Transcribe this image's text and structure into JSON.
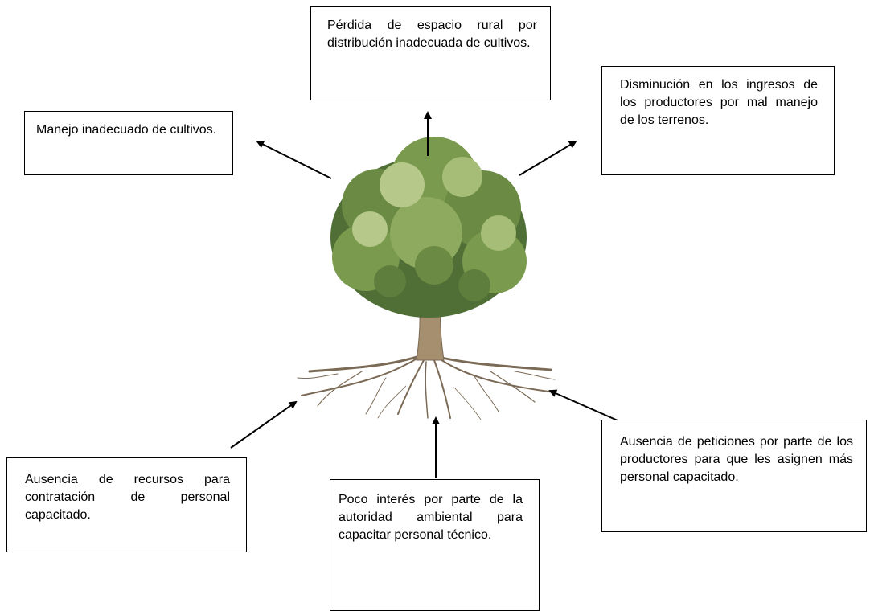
{
  "effects": {
    "top_center": "Pérdida de espacio rural por distribución inadecuada de cultivos.",
    "top_left": "Manejo inadecuado de cultivos.",
    "top_right": "Disminución en los ingresos de los productores por mal manejo de los terrenos."
  },
  "causes": {
    "bottom_left": "Ausencia de recursos para contratación de personal capacitado.",
    "bottom_center": "Poco interés por parte de la autoridad ambiental para capacitar personal técnico.",
    "bottom_right": "Ausencia de peticiones por parte de los productores para que les asignen más personal capacitado."
  },
  "colors": {
    "foliage_dark": "#4f6f36",
    "foliage_mid": "#7a9a4e",
    "foliage_light": "#b7c98a",
    "trunk": "#a58f6f",
    "roots": "#7b6a55"
  }
}
